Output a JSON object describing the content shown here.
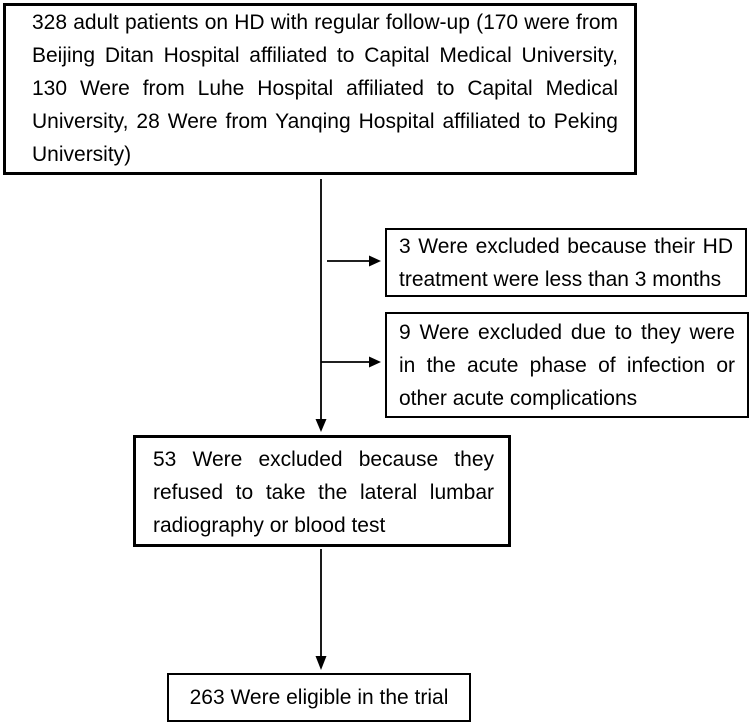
{
  "figure": {
    "background": "#ffffff",
    "line_color": "#000000",
    "text_color": "#000000"
  },
  "boxes": {
    "enrollment": {
      "lines": [
        "328 adult patients on HD with regular follow-up (170 were from",
        "Beijing Ditan Hospital affiliated to Capital Medical University,",
        "130 Were from Luhe Hospital affiliated to Capital Medical",
        "University, 28 Were from Yanqing Hospital affiliated to Peking",
        "University)"
      ]
    },
    "excluded_short_hd": {
      "lines": [
        "3 Were excluded because their HD",
        "treatment were less than 3 months"
      ]
    },
    "excluded_acute": {
      "lines": [
        "9 Were excluded due to they were",
        "in the acute phase of infection or",
        "other acute complications"
      ]
    },
    "excluded_refused": {
      "lines": [
        "53 Were excluded because they",
        "refused to take the lateral lumbar",
        "radiography or blood test"
      ]
    },
    "eligible": {
      "lines": [
        "263 Were eligible in the trial"
      ]
    }
  }
}
